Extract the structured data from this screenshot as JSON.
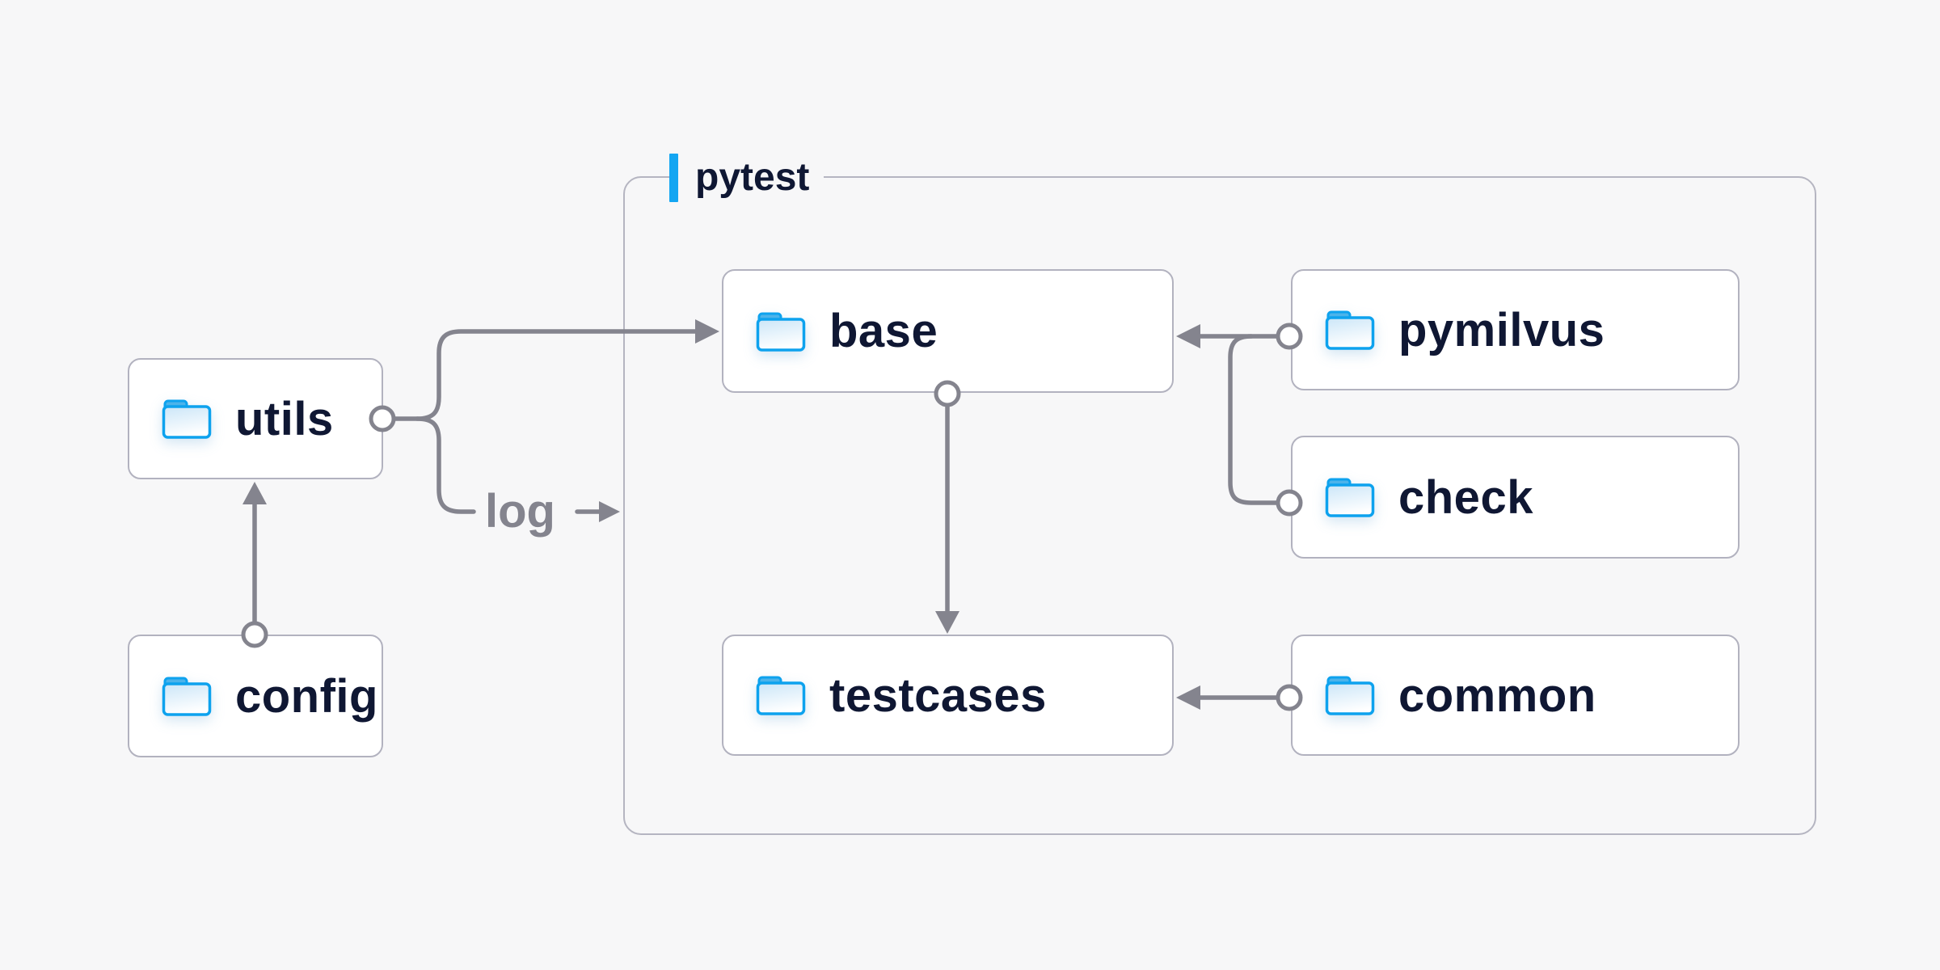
{
  "diagram": {
    "background_color": "#f7f7f8",
    "node_border_color": "#b2b2bf",
    "connector_color": "#84848e",
    "text_color": "#0f1733",
    "folder_icon_color": "#0da2ee",
    "accent_color": "#14a6f2"
  },
  "container": {
    "label": "pytest"
  },
  "nodes": [
    {
      "id": "utils",
      "label": "utils",
      "icon": "folder-icon"
    },
    {
      "id": "config",
      "label": "config",
      "icon": "folder-icon"
    },
    {
      "id": "base",
      "label": "base",
      "icon": "folder-icon"
    },
    {
      "id": "pymilvus",
      "label": "pymilvus",
      "icon": "folder-icon"
    },
    {
      "id": "check",
      "label": "check",
      "icon": "folder-icon"
    },
    {
      "id": "testcases",
      "label": "testcases",
      "icon": "folder-icon"
    },
    {
      "id": "common",
      "label": "common",
      "icon": "folder-icon"
    }
  ],
  "edges": [
    {
      "from": "utils",
      "to": "base",
      "label": ""
    },
    {
      "from": "utils",
      "to": "pytest",
      "label": "log"
    },
    {
      "from": "config",
      "to": "utils",
      "label": ""
    },
    {
      "from": "base",
      "to": "testcases",
      "label": ""
    },
    {
      "from": "pymilvus",
      "to": "base",
      "label": ""
    },
    {
      "from": "check",
      "to": "base",
      "label": ""
    },
    {
      "from": "common",
      "to": "testcases",
      "label": ""
    }
  ]
}
